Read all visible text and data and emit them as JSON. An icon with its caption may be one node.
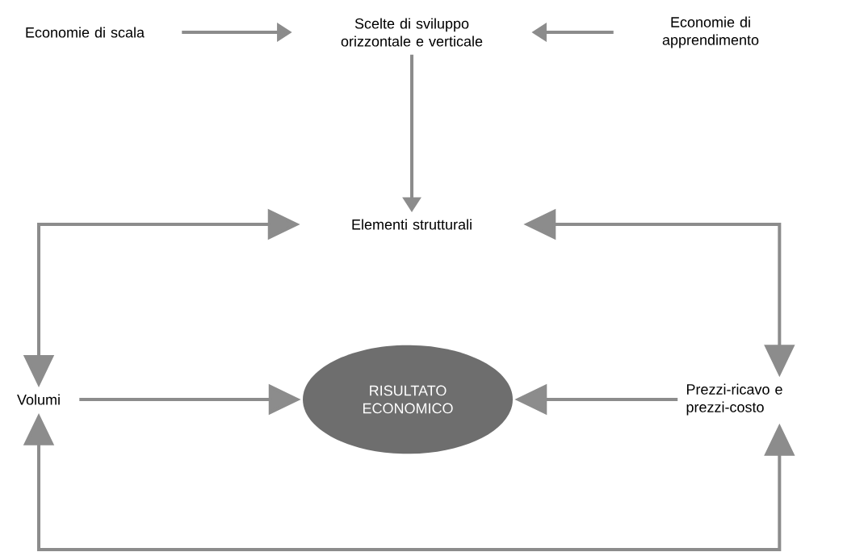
{
  "diagram": {
    "nodes": [
      {
        "text": [
          "Economie di scala"
        ]
      },
      {
        "text": [
          "Scelte di sviluppo orizzontale e verticale"
        ]
      },
      {
        "text": [
          "Economie di apprendimento"
        ]
      },
      {
        "text": [
          "Elementi strutturali"
        ]
      },
      {
        "text": [
          "Volumi"
        ]
      },
      {
        "text": [
          "RISULTATO ECONOMICO"
        ]
      },
      {
        "text": [
          "Prezzi-ricavo e prezzi-costo"
        ]
      }
    ],
    "edges": [
      {
        "from": 0,
        "to": 1,
        "arrow": "to"
      },
      {
        "from": 2,
        "to": 1,
        "arrow": "to"
      },
      {
        "from": 1,
        "to": 3,
        "arrow": "to"
      },
      {
        "from": 3,
        "to": 4,
        "arrow": "both"
      },
      {
        "from": 3,
        "to": 6,
        "arrow": "both"
      },
      {
        "from": 4,
        "to": 5,
        "arrow": "to"
      },
      {
        "from": 6,
        "to": 5,
        "arrow": "to"
      },
      {
        "from": 4,
        "to": 6,
        "arrow": "both"
      }
    ]
  }
}
